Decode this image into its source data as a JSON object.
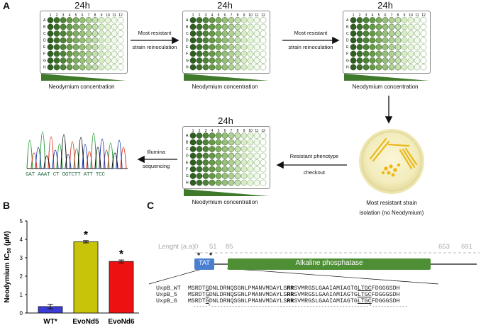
{
  "panel_a": {
    "letter": "A",
    "plate_title": "24h",
    "plate_columns": [
      "1",
      "2",
      "3",
      "4",
      "5",
      "6",
      "7",
      "8",
      "9",
      "10",
      "11",
      "12"
    ],
    "plate_rows": [
      "A",
      "B",
      "C",
      "D",
      "E",
      "F",
      "G",
      "H"
    ],
    "conc_label": "Neodymium concentration",
    "arrow1_line1": "Most resistant",
    "arrow1_line2": "strain reinoculation",
    "arrow2_line1": "Most resistant",
    "arrow2_line2": "strain reinoculation",
    "dish_caption_line1": "Most resistant strain",
    "dish_caption_line2": "isolation (no Neodymium)",
    "checkout_line1": "Resistant phenotype",
    "checkout_line2": "checkout",
    "illumina_line1": "Illumina",
    "illumina_line2": "sequencing",
    "sequence": "GAT AAAT CT GGTCTT ATT TCC"
  },
  "panel_b": {
    "letter": "B",
    "chart_data": {
      "type": "bar",
      "categories": [
        "WT*",
        "EvoNd5",
        "EvoNd6"
      ],
      "values": [
        0.35,
        3.87,
        2.8
      ],
      "errors": [
        0.12,
        0.06,
        0.08
      ],
      "colors": [
        "#3b3bd6",
        "#c8c40a",
        "#ee1111"
      ],
      "significance": [
        "",
        "*",
        "*"
      ],
      "ylabel_prefix": "Neodymium IC",
      "ylabel_sub": "50",
      "ylabel_suffix": " (µM)",
      "ylim": [
        0,
        5
      ],
      "yticks": [
        "0",
        "1",
        "2",
        "3",
        "4",
        "5"
      ]
    }
  },
  "panel_c": {
    "letter": "C",
    "length_label": "Lenght (a.a)",
    "positions": [
      "0",
      "51",
      "85",
      "653",
      "691"
    ],
    "tat_label": "TAT",
    "domain_label": "Alkaline phosphatase",
    "top_marks": [
      "*",
      "*"
    ],
    "sequences": [
      {
        "name": "UxpB_WT",
        "pre": "MSRDT",
        "s1": "G",
        "mid1": "DNLDRNQSGNLPMANVMDAYLS",
        "rr": "RR",
        "mid2": "SVMRGSLGAAIAMIAGTG",
        "u": "LTGC",
        "post": "FDGGGSDH"
      },
      {
        "name": "UxpB_5",
        "pre": "MSRDT",
        "s1": "G",
        "mid1": "DNLDRNQSGNLPMANVMDAYLS",
        "rr": "RR",
        "mid2": "SVMRGSLGAAIAMIAGTG",
        "u": "LTGC",
        "post": "FDGGGSDH"
      },
      {
        "name": "UxpB_6",
        "pre": "MSRDT",
        "s1": "G",
        "mid1": "DNLDRNQSGNLPMANVMDAYLS",
        "rr": "RR",
        "mid2": "SVMRGSLGAAIAMIAGTG",
        "u": "LTGC",
        "post": "FDGGGSDH"
      }
    ],
    "consensus": "-----*-----------------------------------------------------*------------"
  }
}
